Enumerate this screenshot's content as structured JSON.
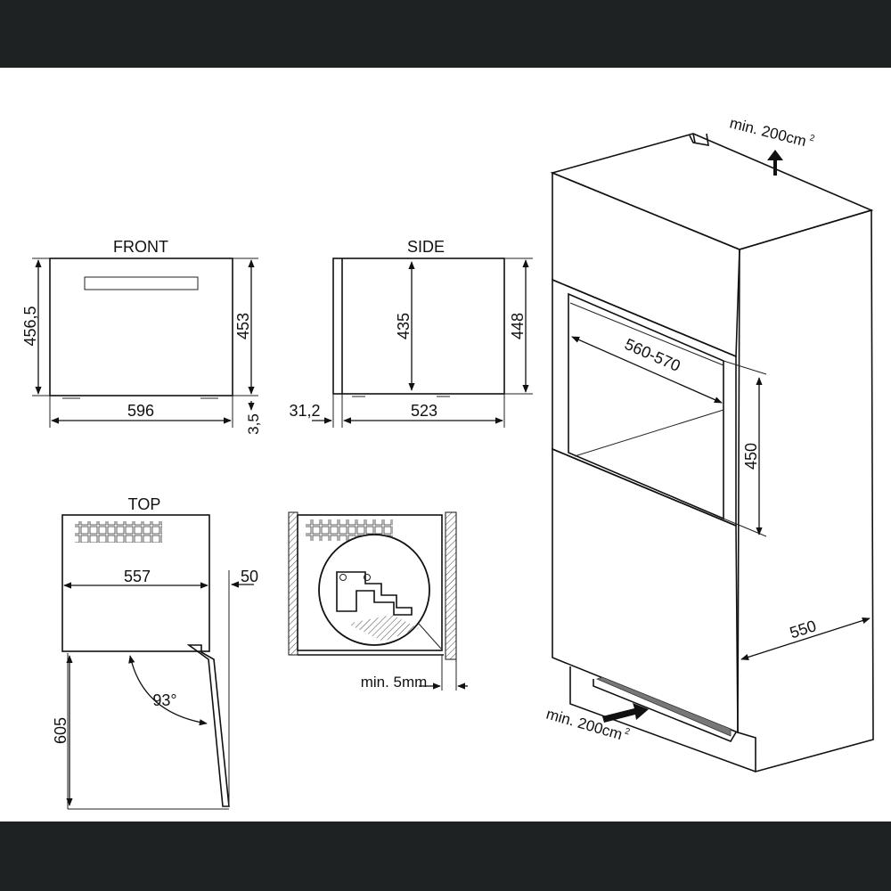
{
  "views": {
    "front": "FRONT",
    "side": "SIDE",
    "top": "TOP"
  },
  "dims": {
    "front_height_left": "456,5",
    "front_height_right": "453",
    "front_width": "596",
    "front_feet": "3,5",
    "side_inner_height": "435",
    "side_height": "448",
    "side_front": "31,2",
    "side_depth": "523",
    "top_width": "557",
    "top_panel": "50",
    "top_door_swing": "605",
    "top_door_angle": "93°",
    "detail_gap": "min. 5mm",
    "niche_width": "560-570",
    "niche_height": "450",
    "niche_depth": "550",
    "vent_top": "min. 200cm",
    "vent_top_sup": "2",
    "vent_bottom": "min. 200cm",
    "vent_bottom_sup": "2"
  },
  "colors": {
    "frame": "#1f2223",
    "line": "#111111",
    "background": "#ffffff"
  }
}
